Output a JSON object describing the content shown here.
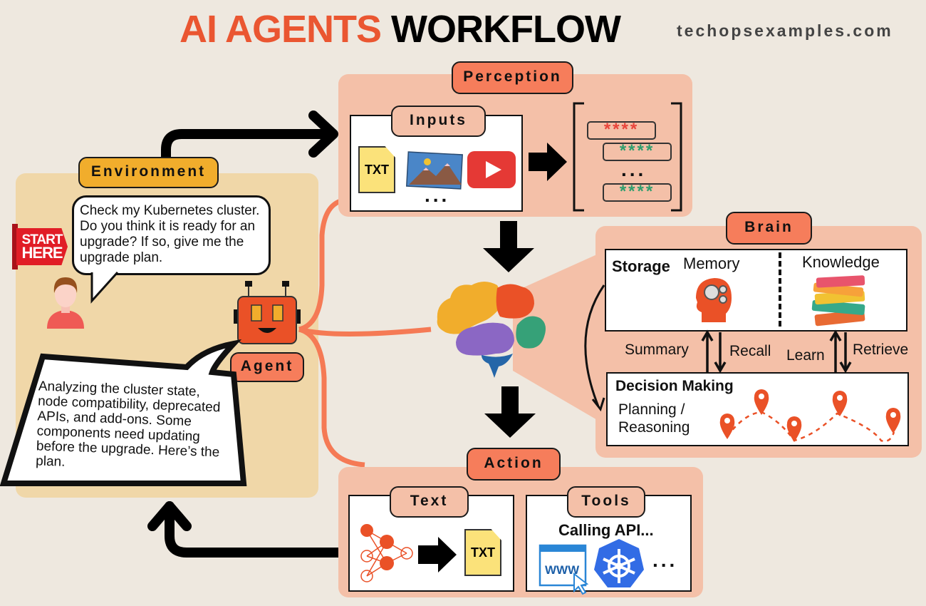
{
  "header": {
    "title_part1": "AI AGENTS",
    "title_part2": "WORKFLOW",
    "site": "techopsexamples.com"
  },
  "environment": {
    "label": "Environment",
    "start_badge_line1": "START",
    "start_badge_line2": "HERE",
    "user_message": "Check my Kubernetes cluster. Do you think it is ready for an upgrade? If so, give me the upgrade plan.",
    "agent_label": "Agent",
    "agent_message": "Analyzing the cluster state, node compatibility, deprecated APIs, and add-ons. Some components need updating before the upgrade. Here’s the plan."
  },
  "perception": {
    "label": "Perception",
    "inputs_label": "Inputs",
    "txt_icon_label": "TXT",
    "inputs_more": "...",
    "vectors": [
      "****",
      "****",
      "...",
      "****"
    ],
    "icons": [
      "text-file-icon",
      "image-icon",
      "video-play-icon"
    ]
  },
  "brain": {
    "label": "Brain",
    "storage_label": "Storage",
    "memory_label": "Memory",
    "knowledge_label": "Knowledge",
    "flows": {
      "summary": "Summary",
      "recall": "Recall",
      "learn": "Learn",
      "retrieve": "Retrieve"
    },
    "decision_label": "Decision Making",
    "planning_label_line1": "Planning /",
    "planning_label_line2": "Reasoning"
  },
  "action": {
    "label": "Action",
    "text_label": "Text",
    "txt_icon_label": "TXT",
    "tools_label": "Tools",
    "calling_label": "Calling API...",
    "www_label": "WWW",
    "tools_more": "..."
  },
  "colors": {
    "accent_orange": "#ea5631",
    "pill_orange": "#f67d5b",
    "env_yellow": "#f1ad2c",
    "panel_salmon": "#f4c0a8",
    "env_panel": "#f0d7a8",
    "vector_red": "#e8453c",
    "vector_green": "#2f9e6e",
    "kubernetes_blue": "#326ce5"
  }
}
